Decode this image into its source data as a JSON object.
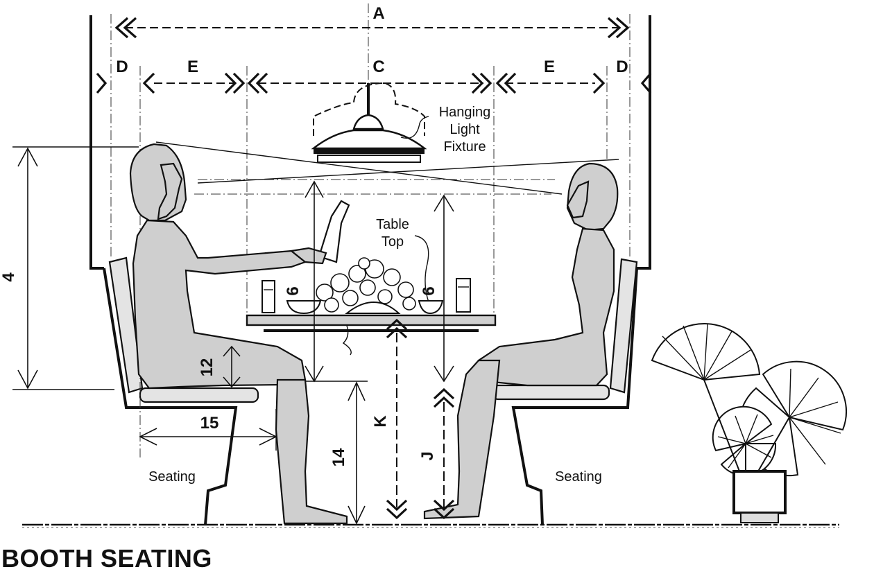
{
  "labels": {
    "A": "A",
    "C": "C",
    "D_left": "D",
    "D_right": "D",
    "E_left": "E",
    "E_right": "E",
    "K": "K",
    "J": "J",
    "dim_4": "4",
    "dim_12": "12",
    "dim_15": "15",
    "dim_14": "14",
    "dim_6_left": "6",
    "dim_6_right": "6"
  },
  "callouts": {
    "light_line1": "Hanging",
    "light_line2": "Light",
    "light_line3": "Fixture",
    "table_line1": "Table",
    "table_line2": "Top",
    "seating_left": "Seating",
    "seating_right": "Seating"
  },
  "title": "BOOTH SEATING"
}
